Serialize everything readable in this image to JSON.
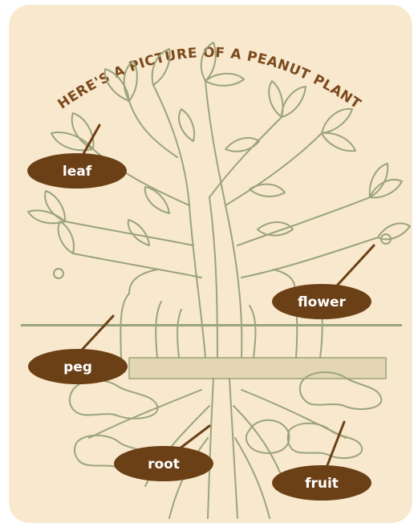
{
  "title": "HERE'S A PICTURE OF A PEANUT PLANT",
  "labels": {
    "leaf": "leaf",
    "flower": "flower",
    "peg": "peg",
    "root": "root",
    "fruit": "fruit"
  },
  "colors": {
    "background": "#f8e8ce",
    "plant_line": "#9aa47a",
    "title": "#7b4a1c",
    "label_fill": "#6b4016",
    "label_text": "#ffffff",
    "leader_line": "#6b4016",
    "soil": "#e4d6b2"
  }
}
